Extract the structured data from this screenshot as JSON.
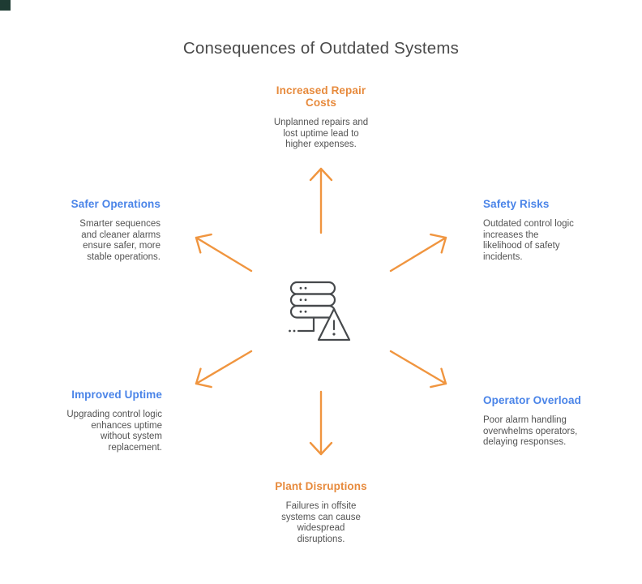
{
  "page": {
    "title": "Consequences of Outdated Systems"
  },
  "colors": {
    "arrow_orange": "#f0953f",
    "heading_orange": "#e78a3c",
    "heading_blue": "#4a84e8",
    "icon_gray": "#46494c",
    "corner_square": "#1e3b33"
  },
  "center": {
    "icon": "server-stack-warning-icon"
  },
  "nodes": {
    "top": {
      "title": [
        "Increased Repair",
        "Costs"
      ],
      "body": [
        "Unplanned repairs and",
        "lost uptime lead to",
        "higher expenses."
      ]
    },
    "top_left": {
      "title": [
        "Safer Operations"
      ],
      "body": [
        "Smarter sequences",
        "and cleaner alarms",
        "ensure safer, more",
        "stable operations."
      ]
    },
    "top_right": {
      "title": [
        "Safety Risks"
      ],
      "body": [
        "Outdated control logic",
        "increases the",
        "likelihood of safety",
        "incidents."
      ]
    },
    "bottom_left": {
      "title": [
        "Improved Uptime"
      ],
      "body": [
        "Upgrading control logic",
        "enhances uptime",
        "without system",
        "replacement."
      ]
    },
    "bottom_right": {
      "title": [
        "Operator Overload"
      ],
      "body": [
        "Poor alarm handling",
        "overwhelms operators,",
        "delaying responses."
      ]
    },
    "bottom": {
      "title": [
        "Plant Disruptions"
      ],
      "body": [
        "Failures in offsite",
        "systems can cause",
        "widespread",
        "disruptions."
      ]
    }
  }
}
